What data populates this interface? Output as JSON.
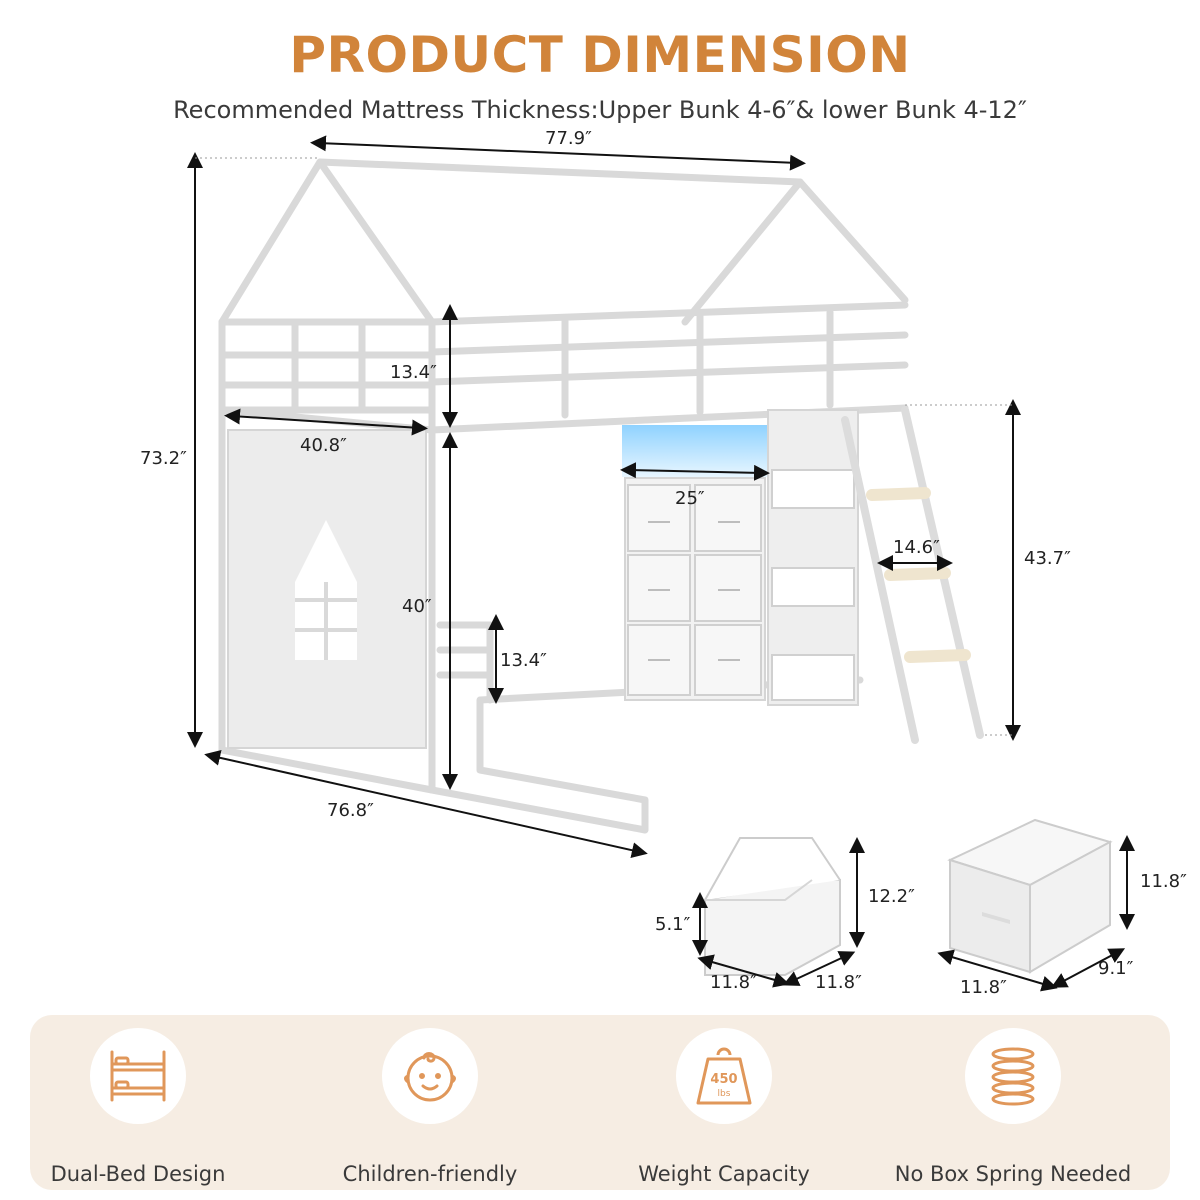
{
  "header": {
    "title": "PRODUCT DIMENSION",
    "subtitle": "Recommended Mattress Thickness:Upper Bunk 4-6″& lower Bunk 4-12″"
  },
  "dimensions": {
    "total_length": "77.9″",
    "total_height": "73.2″",
    "rail_height_upper": "13.4″",
    "width": "40.8″",
    "lower_clearance": "40″",
    "rail_height_lower": "13.4″",
    "bottom_length": "76.8″",
    "dresser_width": "25″",
    "ladder_width": "14.6″",
    "ladder_height": "43.7″"
  },
  "bin_open": {
    "height": "12.2″",
    "front_height": "5.1″",
    "width": "11.8″",
    "depth": "11.8″"
  },
  "bin_drawer": {
    "height": "11.8″",
    "width": "11.8″",
    "depth": "9.1″"
  },
  "features": [
    {
      "label": "Dual-Bed Design",
      "icon": "bunk-bed-icon"
    },
    {
      "label": "Children-friendly",
      "icon": "baby-face-icon"
    },
    {
      "label": "Weight Capacity",
      "icon": "weight-icon",
      "badge_value": "450",
      "badge_unit": "lbs"
    },
    {
      "label": "No Box Spring Needed",
      "icon": "spring-icon"
    }
  ],
  "colors": {
    "accent": "#d1843a",
    "icon": "#e0975a",
    "panel": "#f6ede3"
  }
}
